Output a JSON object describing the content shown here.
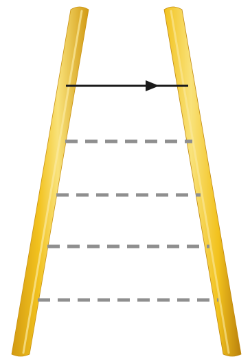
{
  "scene": {
    "rail_colors": {
      "light": "#f9e27a",
      "mid": "#f2c21e",
      "dark": "#d29a12",
      "shadow": "#b9800c"
    },
    "arrow": {
      "color": "#1a1a1a",
      "direction": "left-to-right",
      "icon": "right-arrow-icon"
    },
    "rungs": {
      "color": "#8f8f8f",
      "style": "dashed",
      "count": 4
    }
  }
}
